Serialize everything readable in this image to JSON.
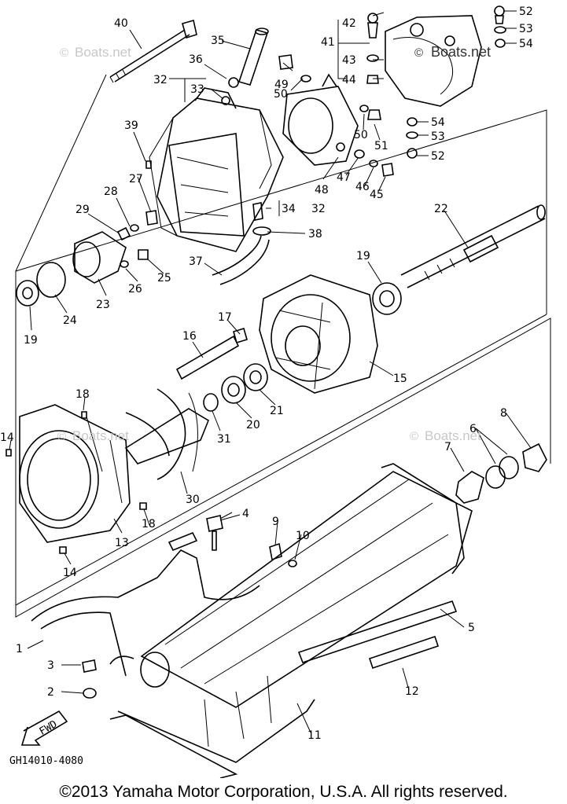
{
  "diagram": {
    "drawing_code": "GH14010-4080",
    "fwd_label": "FWD",
    "watermark_text": "Boats.net",
    "callouts": [
      "1",
      "2",
      "3",
      "4",
      "5",
      "6",
      "7",
      "8",
      "9",
      "10",
      "11",
      "12",
      "13",
      "14",
      "14",
      "15",
      "16",
      "17",
      "18",
      "18",
      "19",
      "19",
      "20",
      "21",
      "22",
      "23",
      "24",
      "25",
      "26",
      "27",
      "28",
      "29",
      "30",
      "31",
      "32",
      "32",
      "33",
      "34",
      "35",
      "36",
      "37",
      "38",
      "39",
      "40",
      "41",
      "42",
      "43",
      "44",
      "45",
      "46",
      "47",
      "48",
      "49",
      "50",
      "50",
      "51",
      "52",
      "52",
      "53",
      "53",
      "54",
      "54"
    ]
  },
  "footer": {
    "copyright": "©2013 Yamaha Motor Corporation, U.S.A. All rights reserved."
  }
}
